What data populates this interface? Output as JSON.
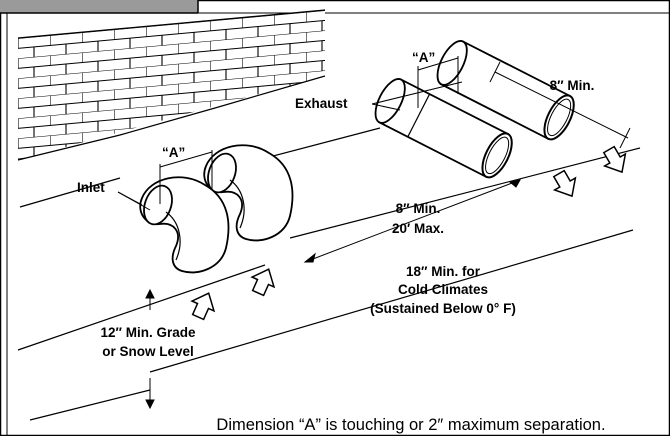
{
  "labels": {
    "dim_a_inlet": "“A”",
    "dim_a_exhaust": "“A”",
    "exhaust": "Exhaust",
    "inlet": "Inlet",
    "min_8_top": "8″ Min.",
    "min_8_mid": "8″ Min.",
    "max_20": "20′ Max.",
    "cold_line1": "18″ Min. for",
    "cold_line2": "Cold Climates",
    "cold_line3": "(Sustained Below 0° F)",
    "grade_line1": "12″ Min. Grade",
    "grade_line2": "or Snow Level"
  },
  "caption": "Dimension “A” is touching or 2″ maximum separation.",
  "colors": {
    "line": "#000000",
    "background": "#ffffff",
    "tab": "#9a9a9a"
  }
}
